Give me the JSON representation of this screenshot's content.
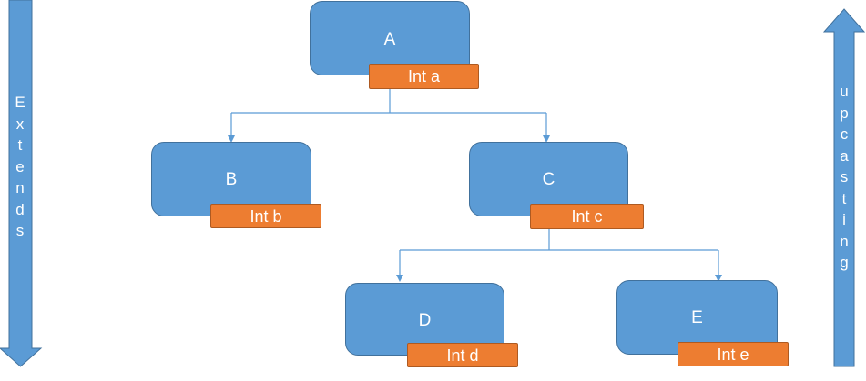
{
  "nodes": {
    "a": {
      "label": "A",
      "field": "Int a"
    },
    "b": {
      "label": "B",
      "field": "Int b"
    },
    "c": {
      "label": "C",
      "field": "Int c"
    },
    "d": {
      "label": "D",
      "field": "Int d"
    },
    "e": {
      "label": "E",
      "field": "Int e"
    }
  },
  "left_arrow": {
    "label": "Extends",
    "direction": "down"
  },
  "right_arrow": {
    "label": "upcasting",
    "direction": "up"
  },
  "colors": {
    "node_fill": "#5b9bd5",
    "tag_fill": "#ed7d31",
    "connector": "#5b9bd5",
    "arrow_fill": "#5b9bd5"
  }
}
